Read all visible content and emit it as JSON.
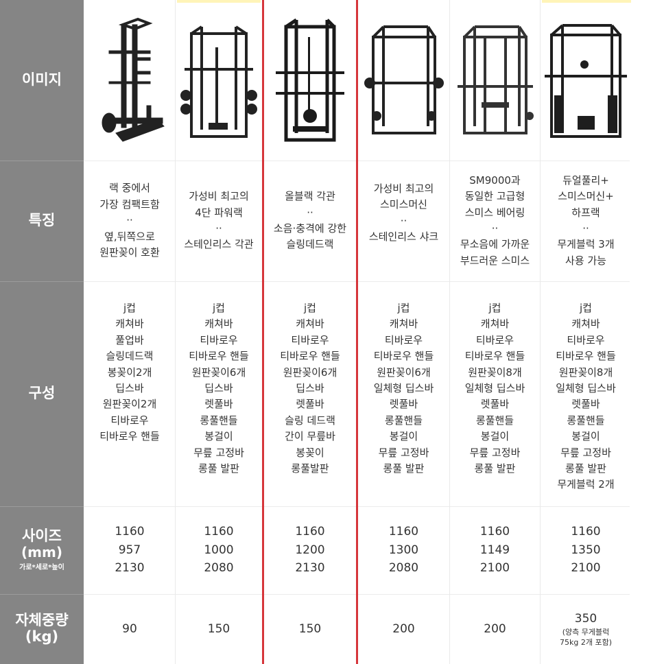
{
  "row_headers": {
    "image": "이미지",
    "features": "특징",
    "composition": "구성",
    "size_line1": "사이즈",
    "size_line2": "(mm)",
    "size_sub": "가로*세로*높이",
    "weight_line1": "자체중량",
    "weight_line2": "(kg)"
  },
  "products": [
    {
      "image_icon": "compact-rack-image",
      "features": [
        "랙 중에서",
        "가장 컴팩트함",
        "··",
        "옆,뒤쪽으로",
        "원판꽂이 호환"
      ],
      "composition": [
        "j컵",
        "캐쳐바",
        "풀업바",
        "슬링데드랙",
        "봉꽂이2개",
        "딥스바",
        "원판꽂이2개",
        "티바로우",
        "티바로우 핸들"
      ],
      "size": [
        "1160",
        "957",
        "2130"
      ],
      "weight": "90",
      "weight_note": []
    },
    {
      "image_icon": "power-rack-4-image",
      "features": [
        "가성비 최고의",
        "4단 파워랙",
        "··",
        "스테인리스 각관"
      ],
      "composition": [
        "j컵",
        "캐쳐바",
        "티바로우",
        "티바로우 핸들",
        "원판꽂이6개",
        "딥스바",
        "렛풀바",
        "롱풀핸들",
        "봉걸이",
        "무릎 고정바",
        "롱풀 발판"
      ],
      "size": [
        "1160",
        "1000",
        "2080"
      ],
      "weight": "150",
      "weight_note": []
    },
    {
      "image_icon": "all-black-rack-image",
      "features": [
        "올블랙 각관",
        "··",
        "소음·충격에 강한",
        "슬링데드랙"
      ],
      "composition": [
        "j컵",
        "캐쳐바",
        "티바로우",
        "티바로우 핸들",
        "원판꽂이6개",
        "딥스바",
        "렛풀바",
        "슬링 데드랙",
        "간이 무릎바",
        "봉꽂이",
        "롱풀발판"
      ],
      "size": [
        "1160",
        "1200",
        "2130"
      ],
      "weight": "150",
      "weight_note": []
    },
    {
      "image_icon": "smith-machine-image",
      "features": [
        "가성비 최고의",
        "스미스머신",
        "··",
        "스테인리스 샤크"
      ],
      "composition": [
        "j컵",
        "캐쳐바",
        "티바로우",
        "티바로우 핸들",
        "원판꽂이6개",
        "일체형 딥스바",
        "렛풀바",
        "롱풀핸들",
        "봉걸이",
        "무릎 고정바",
        "롱풀 발판"
      ],
      "size": [
        "1160",
        "1300",
        "2080"
      ],
      "weight": "200",
      "weight_note": []
    },
    {
      "image_icon": "sm9000-smith-image",
      "features": [
        "SM9000과",
        "동일한 고급형",
        "스미스 베어링",
        "··",
        "무소음에 가까운",
        "부드러운 스미스"
      ],
      "composition": [
        "j컵",
        "캐쳐바",
        "티바로우",
        "티바로우 핸들",
        "원판꽂이8개",
        "일체형 딥스바",
        "렛풀바",
        "롱풀핸들",
        "봉걸이",
        "무릎 고정바",
        "롱풀 발판"
      ],
      "size": [
        "1160",
        "1149",
        "2100"
      ],
      "weight": "200",
      "weight_note": []
    },
    {
      "image_icon": "dual-pulley-smith-image",
      "features": [
        "듀얼풀리+",
        "스미스머신+",
        "하프랙",
        "··",
        "무게블럭 3개",
        "사용 가능"
      ],
      "composition": [
        "j컵",
        "캐쳐바",
        "티바로우",
        "티바로우 핸들",
        "원판꽂이8개",
        "일체형 딥스바",
        "렛풀바",
        "롱풀핸들",
        "봉걸이",
        "무릎 고정바",
        "롱풀 발판",
        "무게블럭 2개"
      ],
      "size": [
        "1160",
        "1350",
        "2100"
      ],
      "weight": "350",
      "weight_note": [
        "(양측 무게블럭",
        "75kg 2개 포함)"
      ]
    }
  ]
}
